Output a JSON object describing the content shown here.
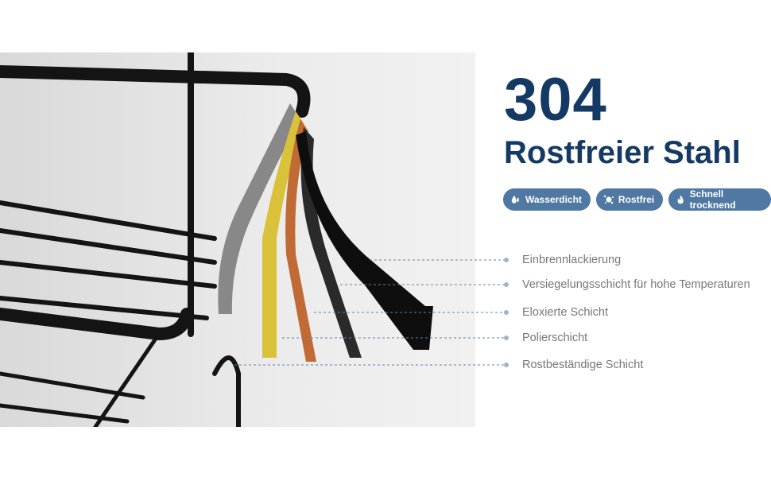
{
  "heading": {
    "number": "304",
    "title": "Rostfreier Stahl"
  },
  "badges": [
    {
      "label": "Wasserdicht",
      "icon": "water-drop-icon"
    },
    {
      "label": "Rostfrei",
      "icon": "rust-splash-icon"
    },
    {
      "label": "Schnell trocknend",
      "icon": "flame-icon"
    }
  ],
  "layers": [
    "Einbrennlackierung",
    "Versiegelungsschicht für hohe Temperaturen",
    "Eloxierte Schicht",
    "Polierschicht",
    "Rostbeständige Schicht"
  ],
  "colors": {
    "heading": "#143a63",
    "badge": "#4f78a2",
    "label": "#777777",
    "leader": "#5c84ad"
  }
}
